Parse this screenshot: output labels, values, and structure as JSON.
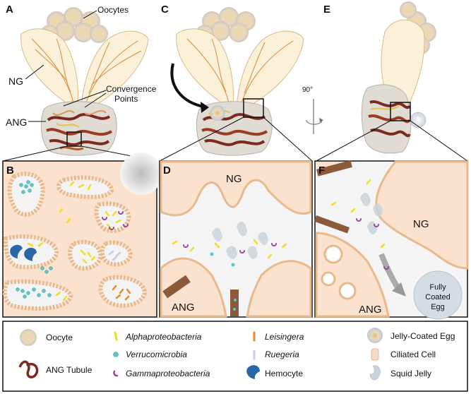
{
  "panels": {
    "A": "A",
    "B": "B",
    "C": "C",
    "D": "D",
    "E": "E",
    "F": "F"
  },
  "labels": {
    "oocytes": "Oocytes",
    "ng": "NG",
    "convergence_line1": "Convergence",
    "convergence_line2": "Points",
    "ang": "ANG",
    "rotation": "90°",
    "d_ng": "NG",
    "d_ang": "ANG",
    "f_ng": "NG",
    "f_ang": "ANG",
    "egg_line1": "Fully",
    "egg_line2": "Coated",
    "egg_line3": "Egg"
  },
  "legend": {
    "oocyte": "Oocyte",
    "ang_tubule": "ANG Tubule",
    "alpha": "Alphaproteobacteria",
    "verruco": "Verrucomicrobia",
    "gamma": "Gammaproteobacteria",
    "leisingera": "Leisingera",
    "ruegeria": "Ruegeria",
    "hemocyte": "Hemocyte",
    "jelly_egg": "Jelly-Coated Egg",
    "ciliated": "Ciliated Cell",
    "squid_jelly": "Squid Jelly"
  },
  "colors": {
    "ng_fill": "#fbf0d8",
    "ng_stroke": "#d9b98a",
    "vein": "#d98a3a",
    "tissue": "#fbe2cf",
    "tissue_edge": "#e8b98c",
    "lumen": "#f2f2f2",
    "alpha": "#f2de1e",
    "verruco": "#5ec7c7",
    "gamma": "#a0449a",
    "leisingera": "#e8892a",
    "ruegeria": "#c6cbe6",
    "hemocyte": "#2a67a8",
    "tubule": "#7a2a20"
  }
}
